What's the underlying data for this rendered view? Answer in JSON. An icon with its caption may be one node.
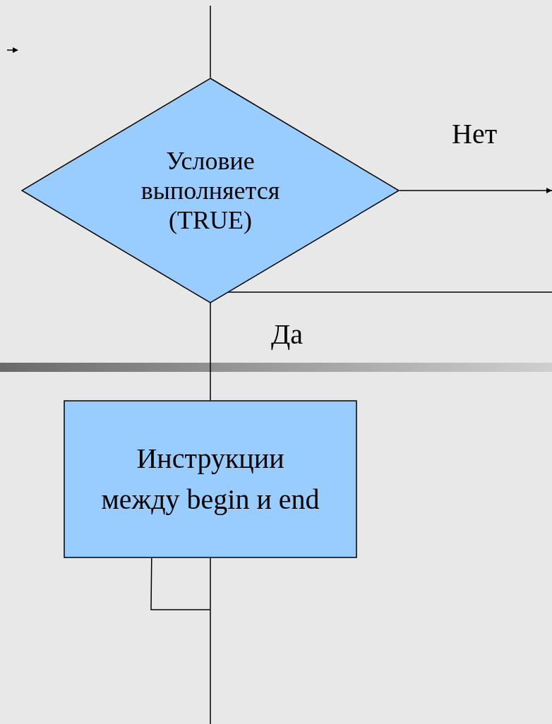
{
  "diagram": {
    "nodes": [
      {
        "text": [
          "Условие выполняется (TRUE)"
        ]
      },
      {
        "text": [
          "Инструкции между begin и end"
        ]
      }
    ],
    "edges": [
      {
        "from": null,
        "to": 0,
        "arrow": "none"
      },
      {
        "from": 0,
        "to": 1,
        "label": "Да",
        "arrow": "none"
      },
      {
        "from": 0,
        "to": null,
        "label": "Нет",
        "arrow": "to"
      },
      {
        "from": 0,
        "to": null,
        "arrow": "none"
      },
      {
        "from": 1,
        "to": null,
        "arrow": "none"
      },
      {
        "from": 1,
        "to": null,
        "arrow": "none"
      }
    ]
  }
}
